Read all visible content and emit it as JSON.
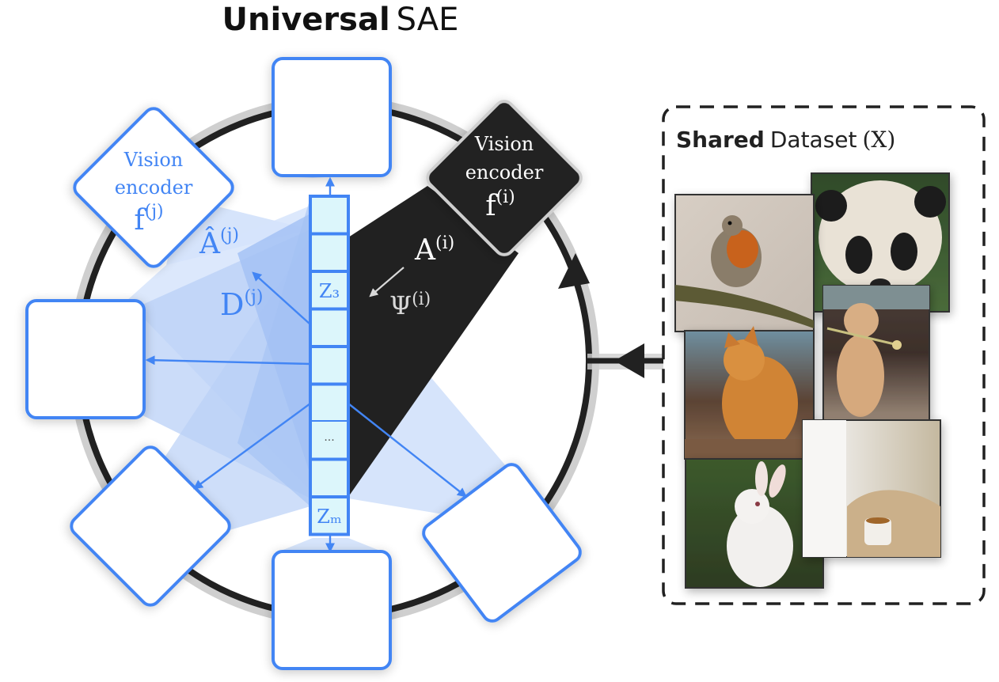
{
  "title": {
    "bold": "Universal",
    "regular": "SAE"
  },
  "colors": {
    "blue": "#4285f4",
    "fan_light": "#d6e4fb",
    "fan_mid": "#b9d0f7",
    "fan_dark": "#a4c2f4",
    "latent_fill": "#dcf6fb",
    "black": "#212121",
    "ring_shadow": "#cfcfcf"
  },
  "encoder_j": {
    "line1": "Vision",
    "line2": "encoder",
    "symbol": "f",
    "superscript": "(j)"
  },
  "encoder_i": {
    "line1": "Vision",
    "line2": "encoder",
    "symbol": "f",
    "superscript": "(i)"
  },
  "labels": {
    "a_hat_j": {
      "symbol": "Â",
      "superscript": "(j)"
    },
    "d_j": {
      "symbol": "D",
      "superscript": "(j)"
    },
    "a_i": {
      "symbol": "A",
      "superscript": "(i)"
    },
    "psi_i": {
      "symbol": "Ψ",
      "superscript": "(i)"
    }
  },
  "latent": {
    "cells": [
      "",
      "",
      "Z₃",
      "",
      "",
      "",
      "...",
      "",
      "Zₘ"
    ]
  },
  "dataset": {
    "title_bold": "Shared",
    "title_regular": "Dataset",
    "symbol": "(X)",
    "images": [
      {
        "name": "robin",
        "caption": "robin on branch"
      },
      {
        "name": "panda",
        "caption": "panda in bamboo"
      },
      {
        "name": "cat",
        "caption": "orange cat"
      },
      {
        "name": "dog",
        "caption": "puppy with flower"
      },
      {
        "name": "rabbit",
        "caption": "white rabbit"
      },
      {
        "name": "tea",
        "caption": "tea cup on blanket"
      }
    ]
  }
}
